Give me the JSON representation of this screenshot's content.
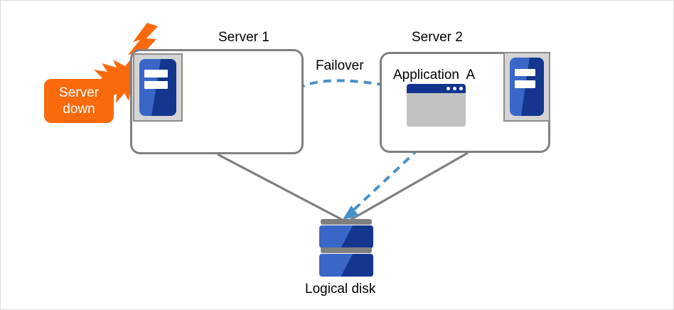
{
  "diagram": {
    "title_server1": "Server 1",
    "title_server2": "Server 2",
    "failover_label": "Failover",
    "application_label": "Application  A",
    "disk_label": "Logical disk",
    "status_badge": {
      "line1": "Server",
      "line2": "down"
    },
    "icons": {
      "server1": "server-icon",
      "server2": "server-icon",
      "application_window": "app-window-icon",
      "disk": "logical-disk-icon",
      "failure_burst": "lightning-burst-icon"
    },
    "colors": {
      "accent_orange": "#f96a0d",
      "server_blue_light": "#3a66c8",
      "server_blue_dark": "#14368f",
      "box_border_gray": "#808080",
      "connector_gray": "#7f7f7f",
      "failover_blue": "#4a90c8",
      "window_gray": "#c2c2c2",
      "icon_frame_gray": "#d4d4d4"
    },
    "connectors": [
      {
        "name": "server1-to-disk",
        "style": "solid",
        "color": "#7f7f7f"
      },
      {
        "name": "server2-to-disk",
        "style": "solid",
        "color": "#7f7f7f"
      },
      {
        "name": "failover-server1-to-server2",
        "style": "dashed",
        "color": "#4a90c8"
      },
      {
        "name": "application-to-disk",
        "style": "dashed",
        "color": "#4a90c8"
      }
    ]
  }
}
